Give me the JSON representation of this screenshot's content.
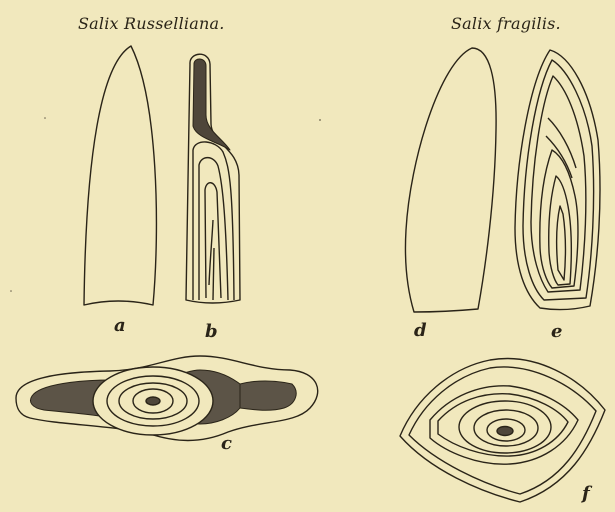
{
  "titles": {
    "left": "Salix Russelliana.",
    "right": "Salix fragilis."
  },
  "figure_labels": {
    "a": "a",
    "b": "b",
    "c": "c",
    "d": "d",
    "e": "e",
    "f": "f"
  },
  "colors": {
    "paper": "#f1e8bd",
    "ink": "#2a2418",
    "hatch": "#5c5447"
  }
}
